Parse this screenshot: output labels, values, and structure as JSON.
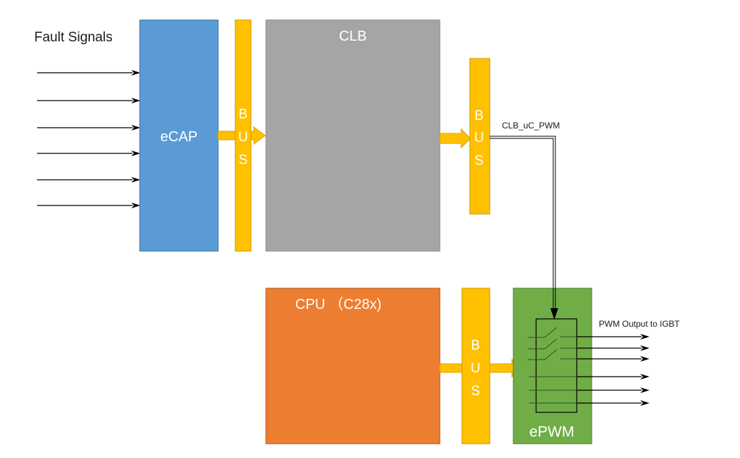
{
  "diagram": {
    "fault_signals_label": "Fault Signals",
    "fault_signal_count": 6,
    "blocks": {
      "ecap": {
        "label": "eCAP",
        "color": "#5B9BD5"
      },
      "clb": {
        "label": "CLB",
        "color": "#A5A5A5"
      },
      "cpu": {
        "label": "CPU （C28x)",
        "color": "#ED7D31"
      },
      "epwm": {
        "label": "ePWM",
        "color": "#70AD47"
      }
    },
    "buses": [
      {
        "id": "bus-ecap-clb",
        "letters": [
          "B",
          "U",
          "S"
        ]
      },
      {
        "id": "bus-clb-out",
        "letters": [
          "B",
          "U",
          "S"
        ]
      },
      {
        "id": "bus-cpu-epwm",
        "letters": [
          "B",
          "U",
          "S"
        ]
      }
    ],
    "bus_color": "#FFC000",
    "signal_label": "CLB_uC_PWM",
    "output_label": "PWM Output to IGBT",
    "output_count": 6
  }
}
